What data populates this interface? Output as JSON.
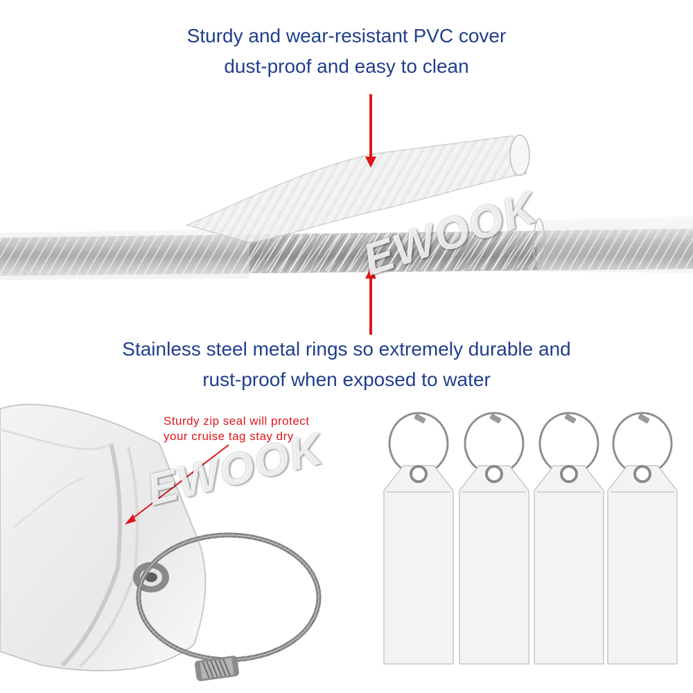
{
  "captions": {
    "top_line1": "Sturdy and wear-resistant PVC cover",
    "top_line2": "dust-proof and easy to clean",
    "mid_line1": "Stainless steel metal rings so extremely durable and",
    "mid_line2": "rust-proof when exposed to water"
  },
  "callout": {
    "line1": "Sturdy zip seal will protect",
    "line2": "your cruise tag stay dry"
  },
  "watermark": "EWOOK",
  "colors": {
    "caption_blue": "#1f3e8c",
    "arrow_red": "#e0141a"
  }
}
